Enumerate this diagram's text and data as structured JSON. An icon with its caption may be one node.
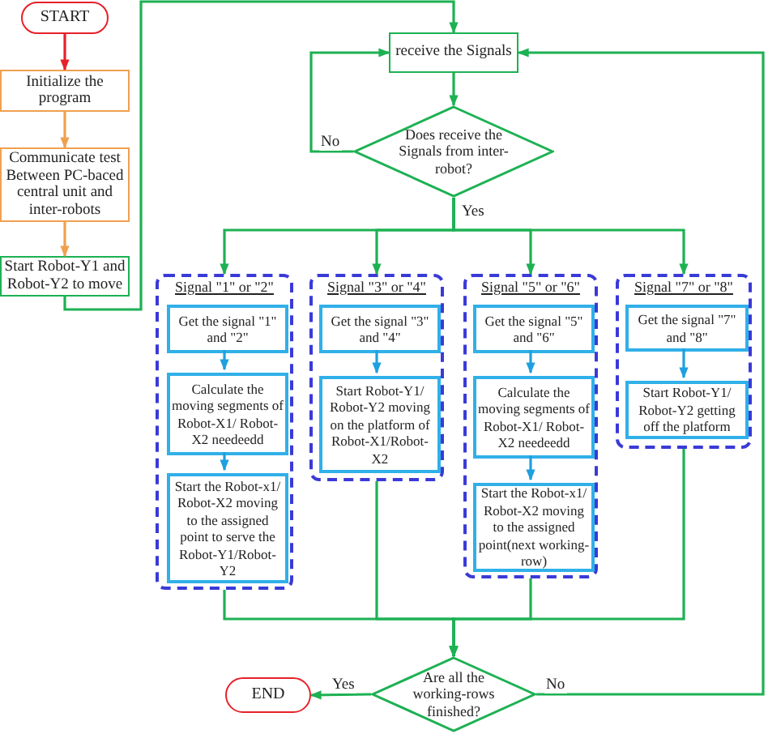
{
  "diagram": {
    "nodes": [
      {
        "text": [
          "START"
        ]
      },
      {
        "text": [
          "Initialize the program"
        ]
      },
      {
        "text": [
          "Communicate test Between PC-baced central unit and inter-robots"
        ]
      },
      {
        "text": [
          "Start Robot-Y1 and Robot-Y2 to move"
        ]
      },
      {
        "text": [
          "receive the Signals"
        ]
      },
      {
        "text": [
          "Does receive the Signals from inter-robot?"
        ]
      },
      {
        "text": [
          "Signal \"1\" or \"2\""
        ]
      },
      {
        "text": [
          "Get the signal \"1\" and \"2\""
        ],
        "in": 6
      },
      {
        "text": [
          "Calculate the moving segments of Robot-X1/ Robot-X2 needeedd"
        ],
        "in": 6
      },
      {
        "text": [
          "Start the Robot-x1/ Robot-X2 moving to the assigned point to serve the Robot-Y1/Robot-Y2"
        ],
        "in": 6
      },
      {
        "text": [
          "Signal \"3\" or \"4\""
        ]
      },
      {
        "text": [
          "Get the signal \"3\" and \"4\""
        ],
        "in": 10
      },
      {
        "text": [
          "Start Robot-Y1/ Robot-Y2 moving on the platform of Robot-X1/Robot-X2"
        ],
        "in": 10
      },
      {
        "text": [
          "Signal \"5\" or \"6\""
        ]
      },
      {
        "text": [
          "Get the signal \"5\" and \"6\""
        ],
        "in": 13
      },
      {
        "text": [
          "Calculate the moving segments of Robot-X1/ Robot-X2 needeedd"
        ],
        "in": 13
      },
      {
        "text": [
          "Start the Robot-x1/ Robot-X2 moving to the assigned point(next working-row)"
        ],
        "in": 13
      },
      {
        "text": [
          "Signal \"7\" or \"8\""
        ]
      },
      {
        "text": [
          "Get the signal \"7\" and \"8\""
        ],
        "in": 17
      },
      {
        "text": [
          "Start Robot-Y1/ Robot-Y2 getting off the platform"
        ],
        "in": 17
      },
      {
        "text": [
          "END"
        ]
      },
      {
        "text": [
          "Are all the working-rows finished?"
        ]
      }
    ],
    "edges": [
      {
        "from": 0,
        "to": 1,
        "arrow": "to",
        "color": "#e8202a"
      },
      {
        "from": 1,
        "to": 2,
        "arrow": "to",
        "color": "#f0a050"
      },
      {
        "from": 2,
        "to": 3,
        "arrow": "to",
        "color": "#f0a050"
      },
      {
        "from": 3,
        "to": 4,
        "arrow": "to"
      },
      {
        "from": 4,
        "to": 5,
        "arrow": "to"
      },
      {
        "from": 5,
        "to": 4,
        "arrow": "to",
        "label": "No"
      },
      {
        "from": 5,
        "to": 6,
        "arrow": "to",
        "label": "Yes"
      },
      {
        "from": 5,
        "to": 10,
        "arrow": "to"
      },
      {
        "from": 5,
        "to": 13,
        "arrow": "to"
      },
      {
        "from": 5,
        "to": 17,
        "arrow": "to"
      },
      {
        "from": 6,
        "to": 21,
        "arrow": "to"
      },
      {
        "from": 10,
        "to": 21,
        "arrow": "to"
      },
      {
        "from": 13,
        "to": 21,
        "arrow": "to"
      },
      {
        "from": 17,
        "to": 21,
        "arrow": "to"
      },
      {
        "from": 21,
        "to": 20,
        "arrow": "to",
        "label": "Yes"
      },
      {
        "from": 21,
        "to": 4,
        "arrow": "to",
        "label": "No"
      },
      {
        "from": 7,
        "to": 8,
        "arrow": "to",
        "color": "#1ea0e0"
      },
      {
        "from": 8,
        "to": 9,
        "arrow": "to",
        "color": "#1ea0e0"
      },
      {
        "from": 11,
        "to": 12,
        "arrow": "to",
        "color": "#1ea0e0"
      },
      {
        "from": 14,
        "to": 15,
        "arrow": "to",
        "color": "#1ea0e0"
      },
      {
        "from": 15,
        "to": 16,
        "arrow": "to",
        "color": "#1ea0e0"
      },
      {
        "from": 18,
        "to": 19,
        "arrow": "to",
        "color": "#1ea0e0"
      }
    ]
  }
}
